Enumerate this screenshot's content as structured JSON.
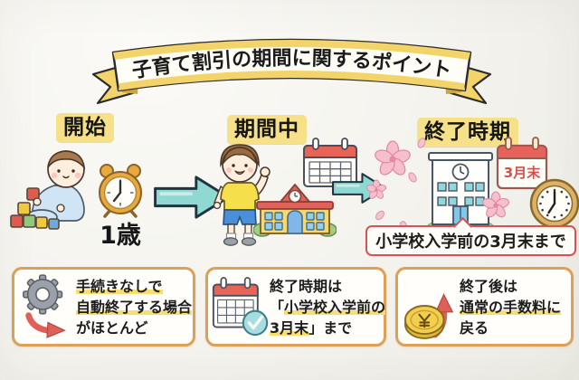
{
  "banner": {
    "title": "子育て割引の期間に関するポイント"
  },
  "stages": {
    "start": {
      "label": "開始",
      "age_caption": "1歳"
    },
    "during": {
      "label": "期間中"
    },
    "end": {
      "label": "終了時期",
      "bubble_text": "小学校入学前の3月末まで",
      "calendar_badge": "3月末"
    }
  },
  "notes": [
    {
      "icon": "gear-with-red-arrow",
      "line1": "手続きなしで",
      "line2": "自動終了する場合",
      "line3": "がほとんど"
    },
    {
      "icon": "calendar-with-check",
      "line1": "終了時期は",
      "line2_open": "「",
      "line2": "小学校入学前の",
      "line3_hl": "3月末",
      "line3_rest": "」まで"
    },
    {
      "icon": "coin-with-up-arrow",
      "line1": "終了後は",
      "line2": "通常の手数料に",
      "line3": "戻る"
    }
  ],
  "colors": {
    "background": "#f4f3ee",
    "highlight_yellow": "#f6e189",
    "marker_yellow": "#f8de6e",
    "arrow_teal": "#8fd9d2",
    "box_border_tan": "#dca057",
    "bubble_border_red": "#d95252",
    "calendar_red": "#e8625c"
  }
}
